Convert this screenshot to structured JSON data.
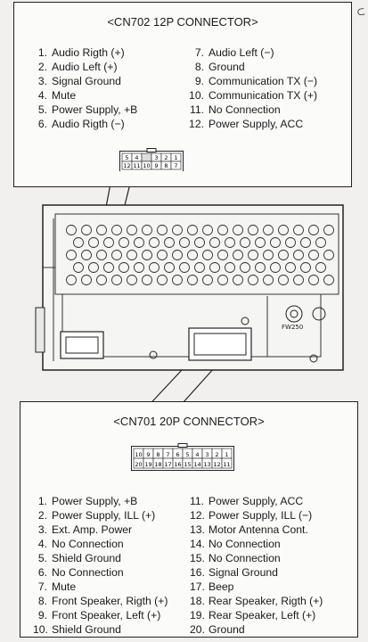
{
  "cn702": {
    "title": "<CN702 12P CONNECTOR>",
    "pins_left": [
      {
        "n": "1.",
        "label": "Audio Rigth (+)"
      },
      {
        "n": "2.",
        "label": "Audio Left (+)"
      },
      {
        "n": "3.",
        "label": "Signal Ground"
      },
      {
        "n": "4.",
        "label": "Mute"
      },
      {
        "n": "5.",
        "label": "Power Supply, +B"
      },
      {
        "n": "6.",
        "label": "Audio Rigth (−)"
      }
    ],
    "pins_right": [
      {
        "n": "7.",
        "label": "Audio Left (−)"
      },
      {
        "n": "8.",
        "label": "Ground"
      },
      {
        "n": "9.",
        "label": "Communication TX (−)"
      },
      {
        "n": "10.",
        "label": "Communication TX (+)"
      },
      {
        "n": "11.",
        "label": "No Connection"
      },
      {
        "n": "12.",
        "label": "Power Supply, ACC"
      }
    ],
    "connector_top": [
      "5",
      "4",
      "",
      "3",
      "2",
      "1"
    ],
    "connector_bottom": [
      "12",
      "11",
      "10",
      "9",
      "8",
      "7"
    ]
  },
  "cn701": {
    "title": "<CN701 20P CONNECTOR>",
    "pins_left": [
      {
        "n": "1.",
        "label": "Power Supply, +B"
      },
      {
        "n": "2.",
        "label": "Power Supply, ILL (+)"
      },
      {
        "n": "3.",
        "label": "Ext. Amp. Power"
      },
      {
        "n": "4.",
        "label": "No Connection"
      },
      {
        "n": "5.",
        "label": "Shield Ground"
      },
      {
        "n": "6.",
        "label": "No Connection"
      },
      {
        "n": "7.",
        "label": "Mute"
      },
      {
        "n": "8.",
        "label": "Front Speaker, Rigth (+)"
      },
      {
        "n": "9.",
        "label": "Front Speaker, Left (+)"
      },
      {
        "n": "10.",
        "label": "Shield Ground"
      }
    ],
    "pins_right": [
      {
        "n": "11.",
        "label": "Power Supply, ACC"
      },
      {
        "n": "12.",
        "label": "Power Supply, ILL (−)"
      },
      {
        "n": "13.",
        "label": "Motor Antenna Cont."
      },
      {
        "n": "14.",
        "label": "No Connection"
      },
      {
        "n": "15.",
        "label": "No Connection"
      },
      {
        "n": "16.",
        "label": "Signal Ground"
      },
      {
        "n": "17.",
        "label": "Beep"
      },
      {
        "n": "18.",
        "label": "Rear Speaker, Rigth (+)"
      },
      {
        "n": "19.",
        "label": "Rear Speaker, Left (+)"
      },
      {
        "n": "20.",
        "label": "Ground"
      }
    ],
    "connector_top": [
      "10",
      "9",
      "8",
      "7",
      "6",
      "5",
      "4",
      "3",
      "2",
      "1"
    ],
    "connector_bottom": [
      "20",
      "19",
      "18",
      "17",
      "16",
      "15",
      "14",
      "13",
      "12",
      "11"
    ]
  },
  "radio_unit": {
    "label": "FW250"
  }
}
